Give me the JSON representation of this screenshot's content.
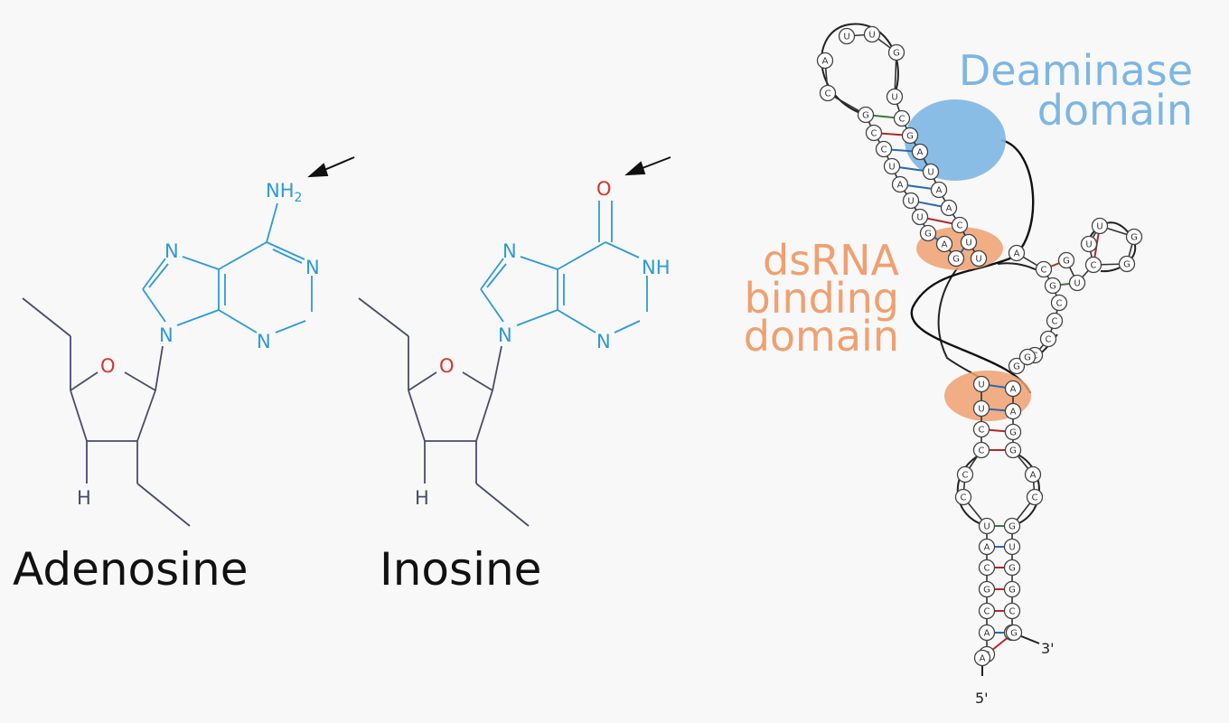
{
  "molecules": {
    "adenosine": {
      "name": "Adenosine",
      "atoms": {
        "nh2": "NH",
        "nh2_sub": "2",
        "n1": "N",
        "n3": "N",
        "n7": "N",
        "n9": "N",
        "o_ring": "O",
        "h": "H"
      }
    },
    "inosine": {
      "name": "Inosine",
      "atoms": {
        "o_carbonyl": "O",
        "nh": "NH",
        "n3": "N",
        "n7": "N",
        "n9": "N",
        "o_ring": "O",
        "h": "H"
      }
    }
  },
  "domains": {
    "deaminase": {
      "line1": "Deaminase",
      "line2": "domain"
    },
    "dsrna": {
      "line1": "dsRNA",
      "line2": "binding",
      "line3": "domain"
    }
  },
  "rna": {
    "end_3": "3'",
    "end_5": "5'",
    "nucleotides": [
      {
        "id": "n1",
        "base": "U"
      },
      {
        "id": "n2",
        "base": "U"
      },
      {
        "id": "n3",
        "base": "G"
      },
      {
        "id": "n4",
        "base": "A"
      },
      {
        "id": "n5",
        "base": "C"
      },
      {
        "id": "n6",
        "base": "U"
      },
      {
        "id": "n7",
        "base": "G"
      },
      {
        "id": "n8",
        "base": "C"
      },
      {
        "id": "n9",
        "base": "C"
      },
      {
        "id": "n10",
        "base": "G"
      },
      {
        "id": "n11",
        "base": "C"
      },
      {
        "id": "n12",
        "base": "A"
      },
      {
        "id": "n13",
        "base": "U"
      },
      {
        "id": "n14",
        "base": "U"
      },
      {
        "id": "n15",
        "base": "A"
      },
      {
        "id": "n16",
        "base": "A"
      },
      {
        "id": "n17",
        "base": "U"
      },
      {
        "id": "n18",
        "base": "A"
      },
      {
        "id": "n19",
        "base": "U"
      },
      {
        "id": "n20",
        "base": "C"
      },
      {
        "id": "n21",
        "base": "G"
      },
      {
        "id": "n22",
        "base": "A"
      },
      {
        "id": "n23",
        "base": "U"
      },
      {
        "id": "n24",
        "base": "G"
      },
      {
        "id": "n25",
        "base": "U"
      },
      {
        "id": "n26",
        "base": "A"
      },
      {
        "id": "n27",
        "base": "C"
      },
      {
        "id": "n28",
        "base": "G"
      },
      {
        "id": "n29",
        "base": "G"
      },
      {
        "id": "n30",
        "base": "U"
      },
      {
        "id": "n31",
        "base": "U"
      },
      {
        "id": "n32",
        "base": "U"
      },
      {
        "id": "n33",
        "base": "G"
      },
      {
        "id": "n34",
        "base": "C"
      },
      {
        "id": "n35",
        "base": "G"
      },
      {
        "id": "n36",
        "base": "C"
      },
      {
        "id": "n37",
        "base": "C"
      },
      {
        "id": "n38",
        "base": "C"
      },
      {
        "id": "n39",
        "base": "C"
      },
      {
        "id": "n40",
        "base": "G"
      },
      {
        "id": "n41",
        "base": "G"
      },
      {
        "id": "n42",
        "base": "U"
      },
      {
        "id": "n43",
        "base": "A"
      },
      {
        "id": "n44",
        "base": "U"
      },
      {
        "id": "n45",
        "base": "A"
      },
      {
        "id": "n46",
        "base": "C"
      },
      {
        "id": "n47",
        "base": "G"
      },
      {
        "id": "n48",
        "base": "C"
      },
      {
        "id": "n49",
        "base": "G"
      },
      {
        "id": "n50",
        "base": "C"
      },
      {
        "id": "n51",
        "base": "C"
      },
      {
        "id": "n52",
        "base": "A"
      },
      {
        "id": "n53",
        "base": "C"
      },
      {
        "id": "n54",
        "base": "U"
      },
      {
        "id": "n55",
        "base": "G"
      },
      {
        "id": "n56",
        "base": "A"
      },
      {
        "id": "n57",
        "base": "U"
      },
      {
        "id": "n58",
        "base": "C"
      },
      {
        "id": "n59",
        "base": "G"
      },
      {
        "id": "n60",
        "base": "G"
      },
      {
        "id": "n61",
        "base": "G"
      },
      {
        "id": "n62",
        "base": "C"
      },
      {
        "id": "n63",
        "base": "C"
      },
      {
        "id": "n64",
        "base": "A"
      },
      {
        "id": "n65",
        "base": "U"
      },
      {
        "id": "n66",
        "base": "C"
      },
      {
        "id": "n67",
        "base": "G"
      },
      {
        "id": "n68",
        "base": "A"
      }
    ]
  }
}
